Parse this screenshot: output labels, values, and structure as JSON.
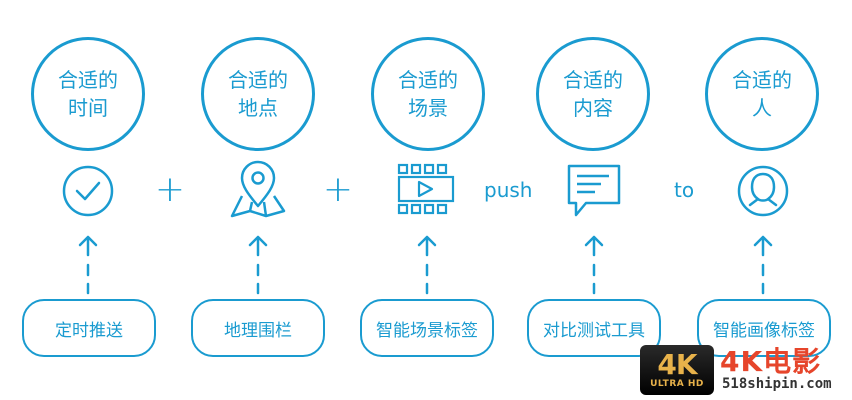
{
  "circles": [
    {
      "line1": "合适的",
      "line2": "时间"
    },
    {
      "line1": "合适的",
      "line2": "地点"
    },
    {
      "line1": "合适的",
      "line2": "场景"
    },
    {
      "line1": "合适的",
      "line2": "内容"
    },
    {
      "line1": "合适的",
      "line2": "人"
    }
  ],
  "operators": {
    "plus1": "+",
    "plus2": "+",
    "push": "push",
    "to": "to"
  },
  "icons": [
    "clock-icon",
    "map-pin-icon",
    "film-play-icon",
    "chat-message-icon",
    "user-head-icon"
  ],
  "boxes": [
    "定时推送",
    "地理围栏",
    "智能场景标签",
    "对比测试工具",
    "智能画像标签"
  ],
  "watermark": {
    "logo_big": "4K",
    "logo_small": "ULTRA HD",
    "title": "4K电影",
    "url": "518shipin.com"
  },
  "colors": {
    "accent": "#1a9bd0",
    "watermark_red": "#e6452b",
    "watermark_gold": "#e8b24a"
  }
}
